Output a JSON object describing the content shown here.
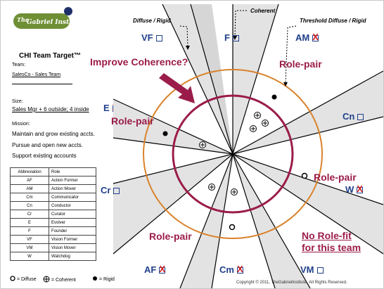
{
  "logo": {
    "line1": "The",
    "line2": "Gabriel Institute"
  },
  "header": {
    "title": "CHI Team Target™",
    "team_label": "Team:",
    "team_value": "SalesCo - Sales Team",
    "size_label": "Size:",
    "size_value": "Sales Mgr + 6 outside; 4 inside",
    "size_role": "E",
    "mission_label": "Mission:",
    "mission_lines": [
      "Maintain and grow existing accts.",
      "Pursue and open new accts.",
      "Support existing accounts"
    ]
  },
  "abbreviation_table": {
    "headers": [
      "Abbreviation",
      "Role"
    ],
    "rows": [
      [
        "AF",
        "Action Former"
      ],
      [
        "AM",
        "Action Mover"
      ],
      [
        "Cm",
        "Communicator"
      ],
      [
        "Cn",
        "Conductor"
      ],
      [
        "Cr",
        "Curator"
      ],
      [
        "E",
        "Evolver"
      ],
      [
        "F",
        "Founder"
      ],
      [
        "VF",
        "Vision Former"
      ],
      [
        "VM",
        "Vision Mover"
      ],
      [
        "W",
        "Watchdog"
      ]
    ]
  },
  "legend": {
    "diffuse": "= Diffuse",
    "coherent": "= Coherent",
    "rigid": "= Rigid"
  },
  "top_labels": {
    "diffuse_rigid": "Diffuse / Rigid",
    "coherent": "Coherent",
    "threshold": "Threshold Diffuse / Rigid"
  },
  "callouts": {
    "improve": "Improve Coherence?",
    "role_pair": "Role-pair",
    "no_fit_line1": "No Role-fit",
    "no_fit_line2": "for this team"
  },
  "roles": {
    "VF": {
      "code": "VF",
      "checked": false
    },
    "F": {
      "code": "F",
      "checked": false
    },
    "AM": {
      "code": "AM",
      "checked": true
    },
    "Cn": {
      "code": "Cn",
      "checked": false
    },
    "W": {
      "code": "W",
      "checked": true
    },
    "VM": {
      "code": "VM",
      "checked": false
    },
    "Cm": {
      "code": "Cm",
      "checked": true
    },
    "AF": {
      "code": "AF",
      "checked": true
    },
    "Cr": {
      "code": "Cr",
      "checked": false
    },
    "E": {
      "code": "E",
      "checked": true
    }
  },
  "copyright": "Copyright © 2011, TheGabrielInstitute. All Rights Reserved.",
  "colors": {
    "role_label": "#9b1c4a",
    "role_code": "#1f3f8a",
    "check_x": "#d42020",
    "outer_ring": "#d9822b",
    "inner_ring": "#9b1c4a",
    "sector_fill": "#e3e3e3"
  }
}
